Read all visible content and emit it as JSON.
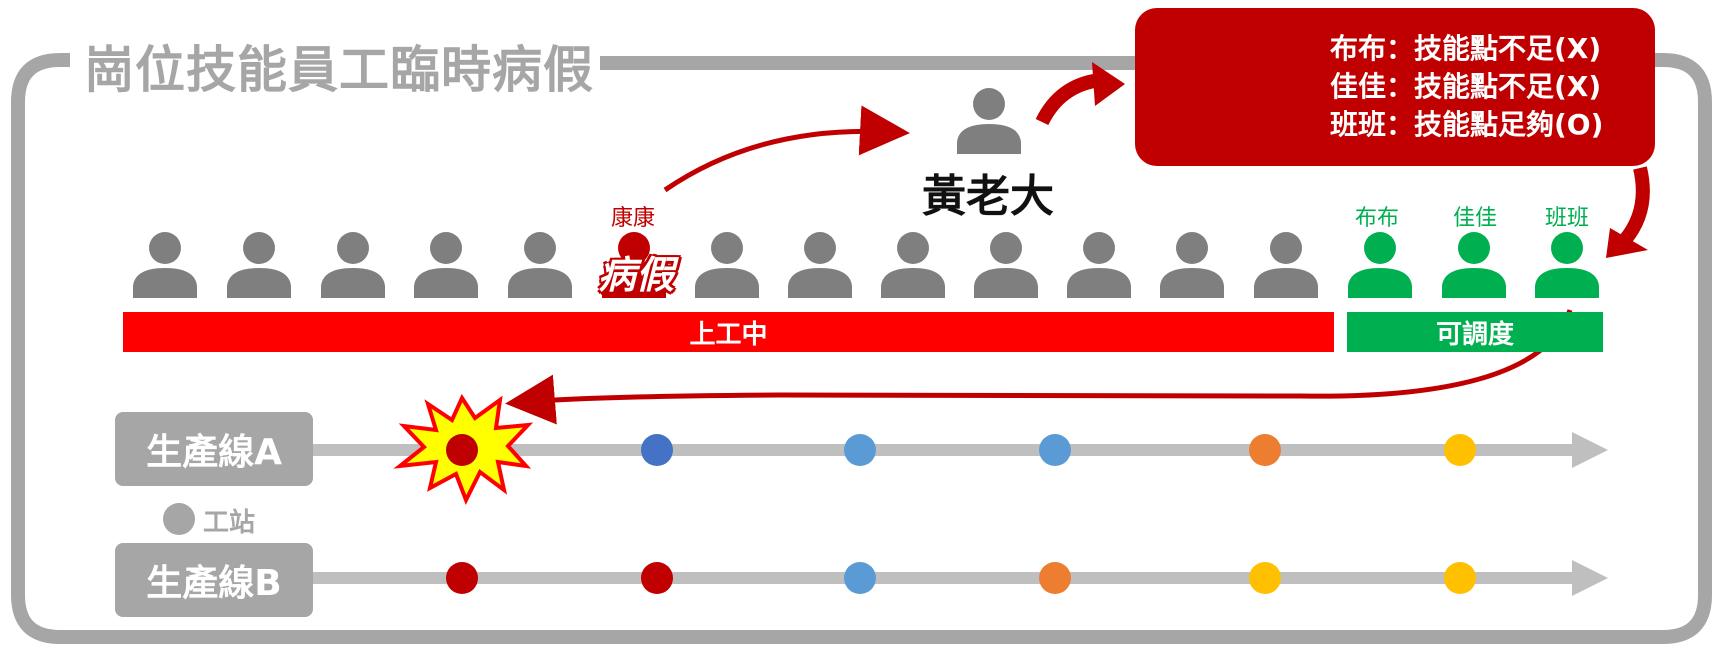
{
  "title": "崗位技能員工臨時病假",
  "manager": {
    "name": "黃老大"
  },
  "sick_employee": {
    "name": "康康",
    "status_badge": "病假"
  },
  "standby_employees": [
    {
      "name": "布布"
    },
    {
      "name": "佳佳"
    },
    {
      "name": "班班"
    }
  ],
  "working_count": 13,
  "bands": {
    "working": "上工中",
    "dispatchable": "可調度"
  },
  "callout": {
    "lines": [
      "布布：技能點不足(X)",
      "佳佳：技能點不足(X)",
      "班班：技能點足夠(O)"
    ]
  },
  "legend": {
    "station": "工站"
  },
  "production_lines": [
    {
      "label": "生產線A",
      "stations": [
        "#c00000",
        "#4472c4",
        "#5b9bd5",
        "#5b9bd5",
        "#ed7d31",
        "#ffc000"
      ]
    },
    {
      "label": "生產線B",
      "stations": [
        "#c00000",
        "#c00000",
        "#5b9bd5",
        "#ed7d31",
        "#ffc000",
        "#ffc000"
      ]
    }
  ],
  "colors": {
    "frame_gray": "#a6a6a6",
    "person_gray": "#7f7f7f",
    "alert_red": "#c00000",
    "band_red": "#ff0000",
    "standby_green": "#00b050",
    "burst_yellow": "#ffff00"
  },
  "icons": [
    "person-icon",
    "cloud-sync-monitor-icon",
    "explosion-burst-icon",
    "curved-arrow-icon"
  ]
}
